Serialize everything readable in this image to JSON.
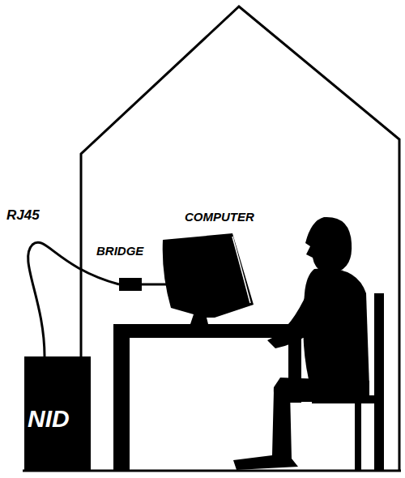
{
  "diagram": {
    "nodes": [
      {
        "text": [
          "NID"
        ]
      },
      {
        "text": [
          "BRIDGE"
        ]
      },
      {
        "text": [
          "COMPUTER"
        ]
      }
    ],
    "edges": [
      {
        "from": 0,
        "to": 1,
        "label": "RJ45",
        "arrow": "none"
      },
      {
        "from": 1,
        "to": 2,
        "arrow": "none"
      }
    ]
  }
}
